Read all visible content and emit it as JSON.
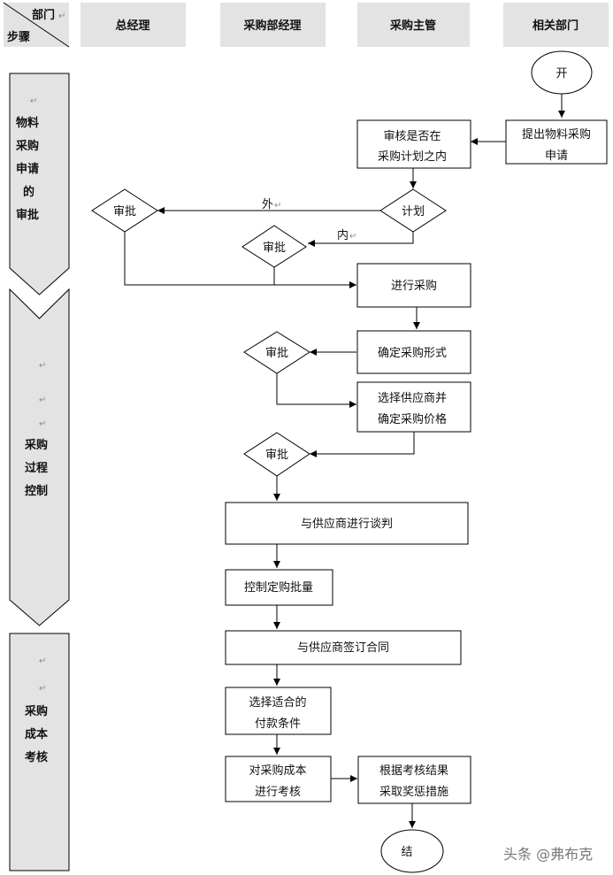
{
  "corner": {
    "top": "部门",
    "bottom": "步骤"
  },
  "columns": [
    "总经理",
    "采购部经理",
    "采购主管",
    "相关部门"
  ],
  "stages": [
    {
      "label": [
        "物料",
        "采购",
        "申请",
        "的",
        "审批"
      ]
    },
    {
      "label": [
        "采购",
        "过程",
        "控制"
      ]
    },
    {
      "label": [
        "采购",
        "成本",
        "考核"
      ]
    }
  ],
  "nodes": {
    "start": "开",
    "submit_request": [
      "提出物料采购",
      "申请"
    ],
    "review_plan": [
      "审核是否在",
      "采购计划之内"
    ],
    "plan_decision": "计划",
    "approve_gm_1": "审批",
    "approve_mgr_1": "审批",
    "purchase": "进行采购",
    "confirm_form": "确定采购形式",
    "approve_mgr_2": "审批",
    "select_supplier": [
      "选择供应商并",
      "确定采购价格"
    ],
    "approve_mgr_3": "审批",
    "negotiate": "与供应商进行谈判",
    "control_batch": "控制定购批量",
    "sign_contract": "与供应商签订合同",
    "payment_terms": [
      "选择适合的",
      "付款条件"
    ],
    "assess_cost": [
      "对采购成本",
      "进行考核"
    ],
    "reward_measures": [
      "根据考核结果",
      "采取奖惩措施"
    ],
    "end": "结"
  },
  "edge_labels": {
    "outside": "外",
    "inside": "内"
  },
  "paragraph_mark": "↵",
  "watermark": "头条 @弗布克"
}
